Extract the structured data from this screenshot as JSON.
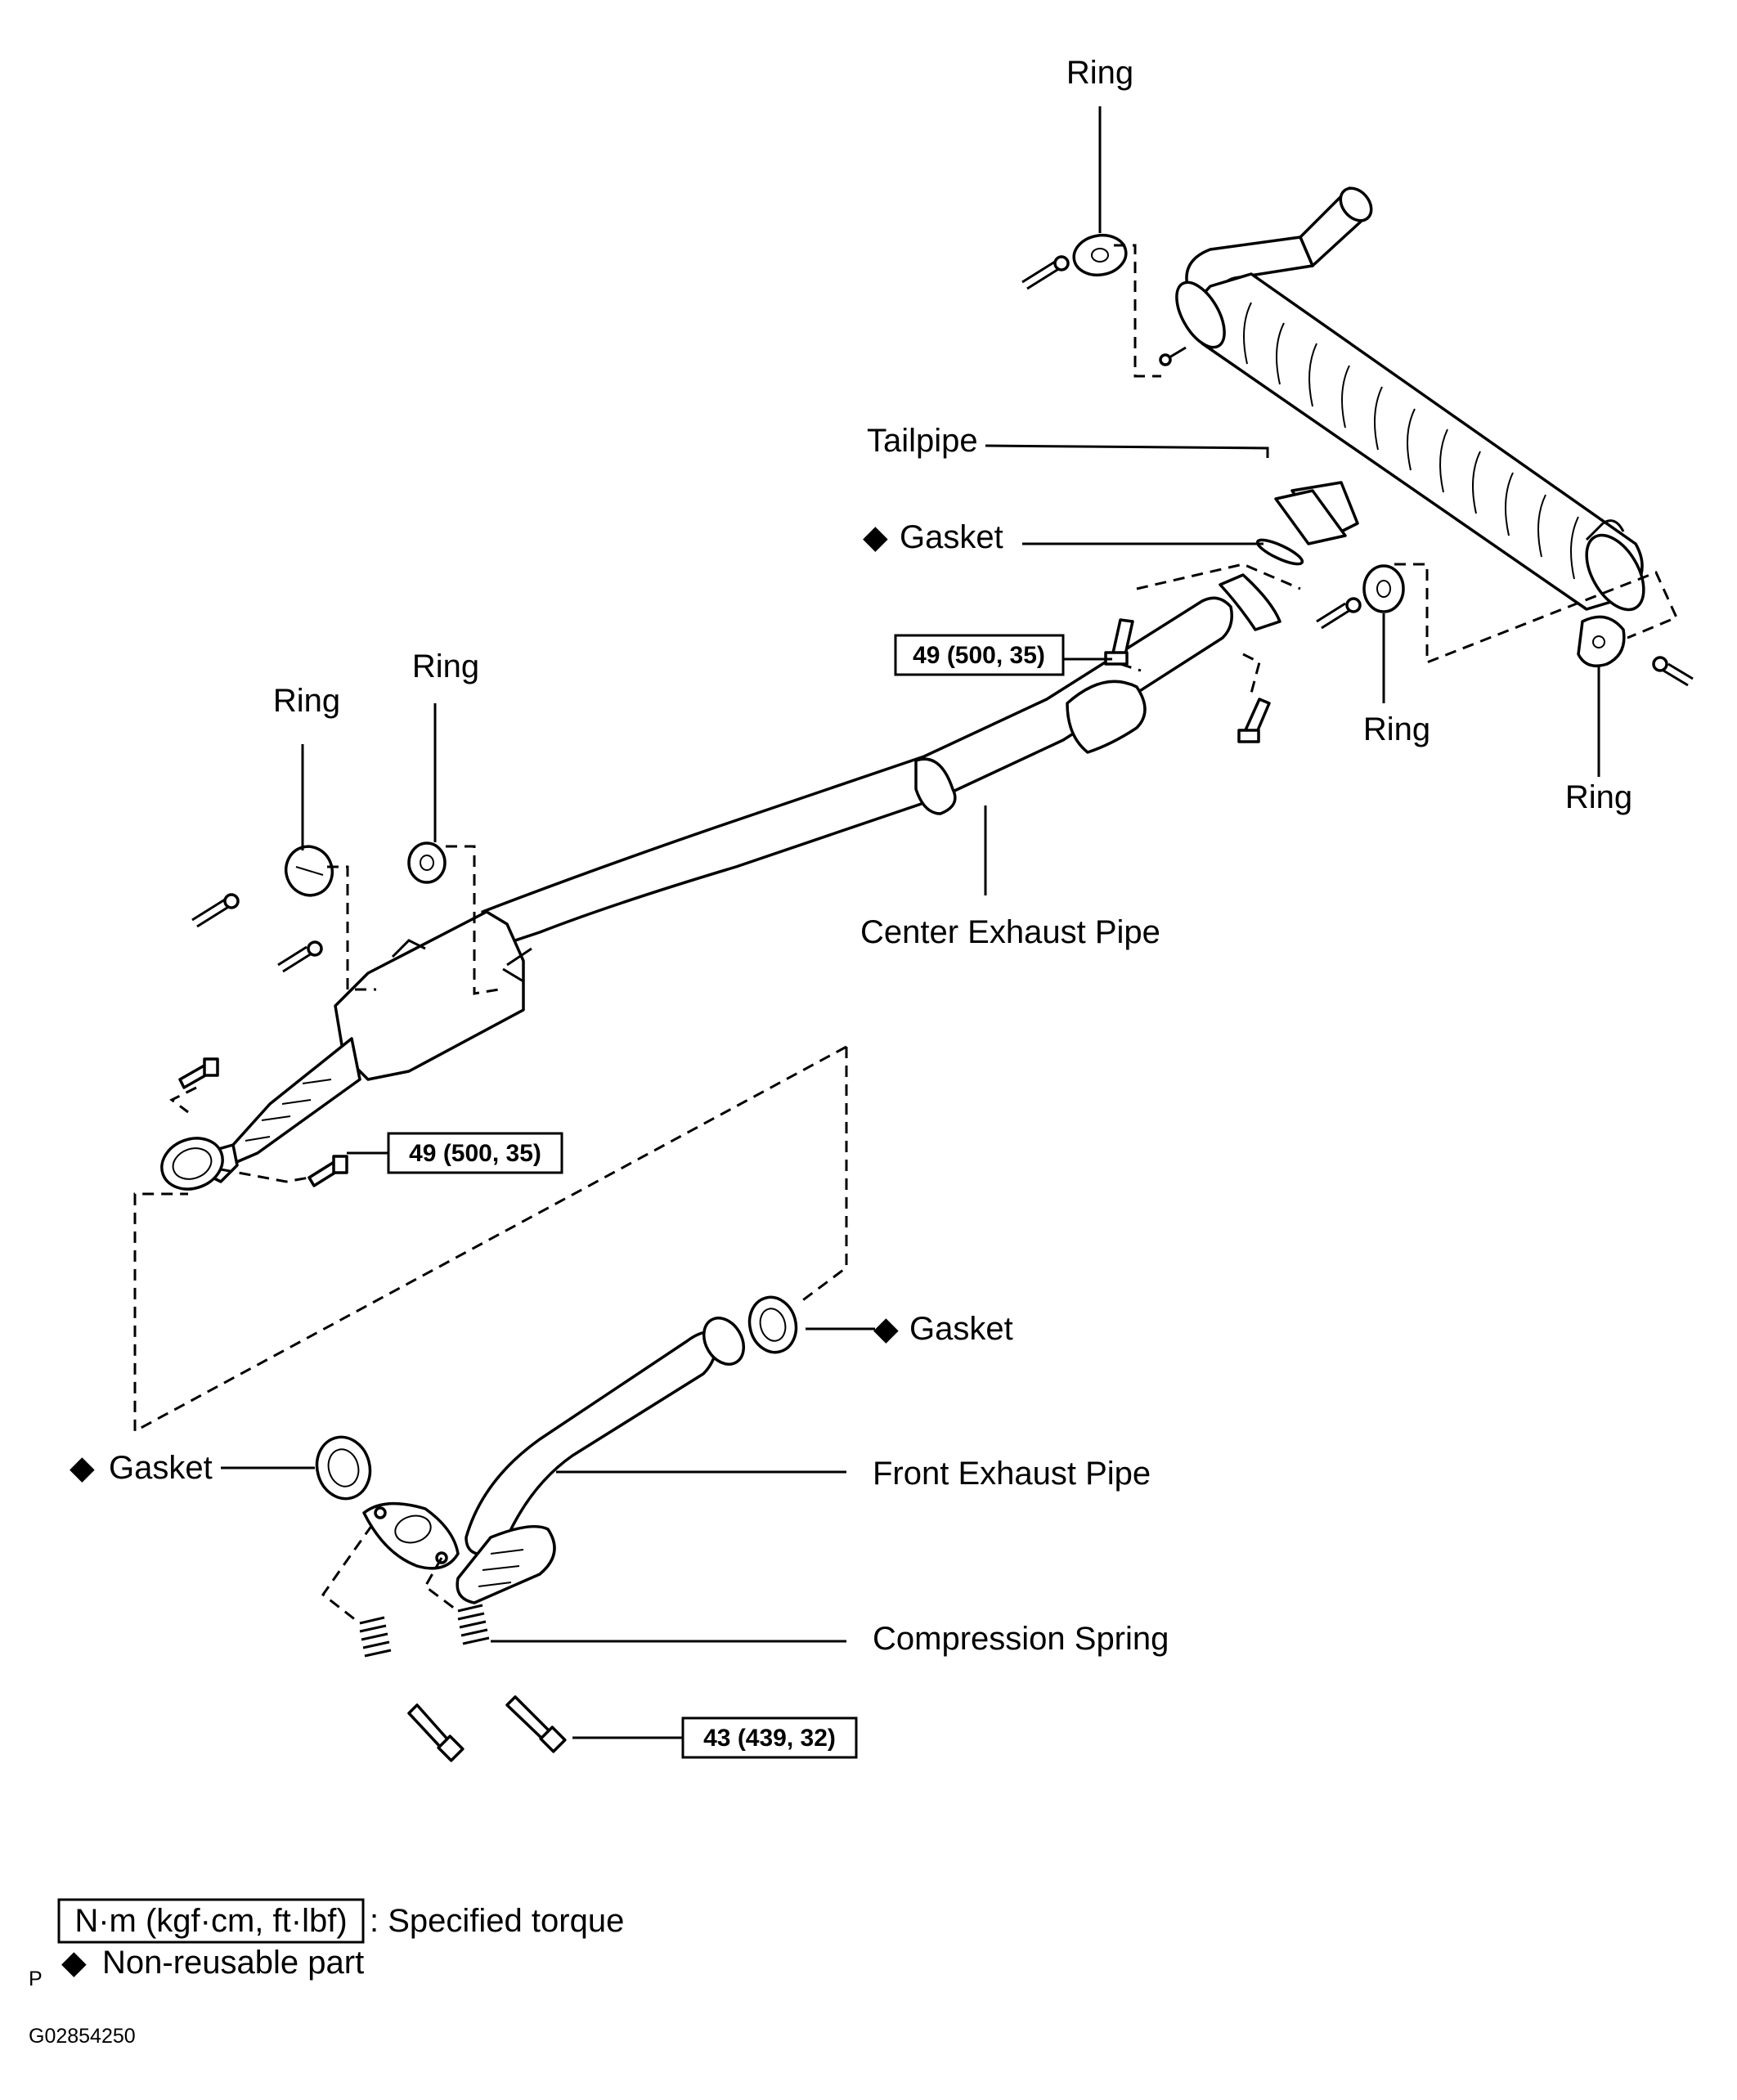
{
  "diagram": {
    "labels": {
      "ring_top": "Ring",
      "tailpipe": "Tailpipe",
      "gasket_tail": "Gasket",
      "ring_right_center": "Ring",
      "ring_right_far": "Ring",
      "ring_left_1": "Ring",
      "ring_left_2": "Ring",
      "center_exhaust_pipe": "Center Exhaust Pipe",
      "gasket_right": "Gasket",
      "gasket_left": "Gasket",
      "front_exhaust_pipe": "Front Exhaust Pipe",
      "compression_spring": "Compression Spring"
    },
    "torque": {
      "upper": "49 (500, 35)",
      "middle": "49 (500, 35)",
      "lower": "43 (439, 32)"
    },
    "non_reusable_symbol": "◆"
  },
  "legend": {
    "torque_unit": "N·m (kgf·cm, ft·lbf)",
    "torque_desc": ": Specified torque",
    "non_reusable_symbol": "◆",
    "non_reusable_desc": "Non-reusable part"
  },
  "footer": {
    "corner_mark": "P",
    "figure_id": "G02854250"
  }
}
